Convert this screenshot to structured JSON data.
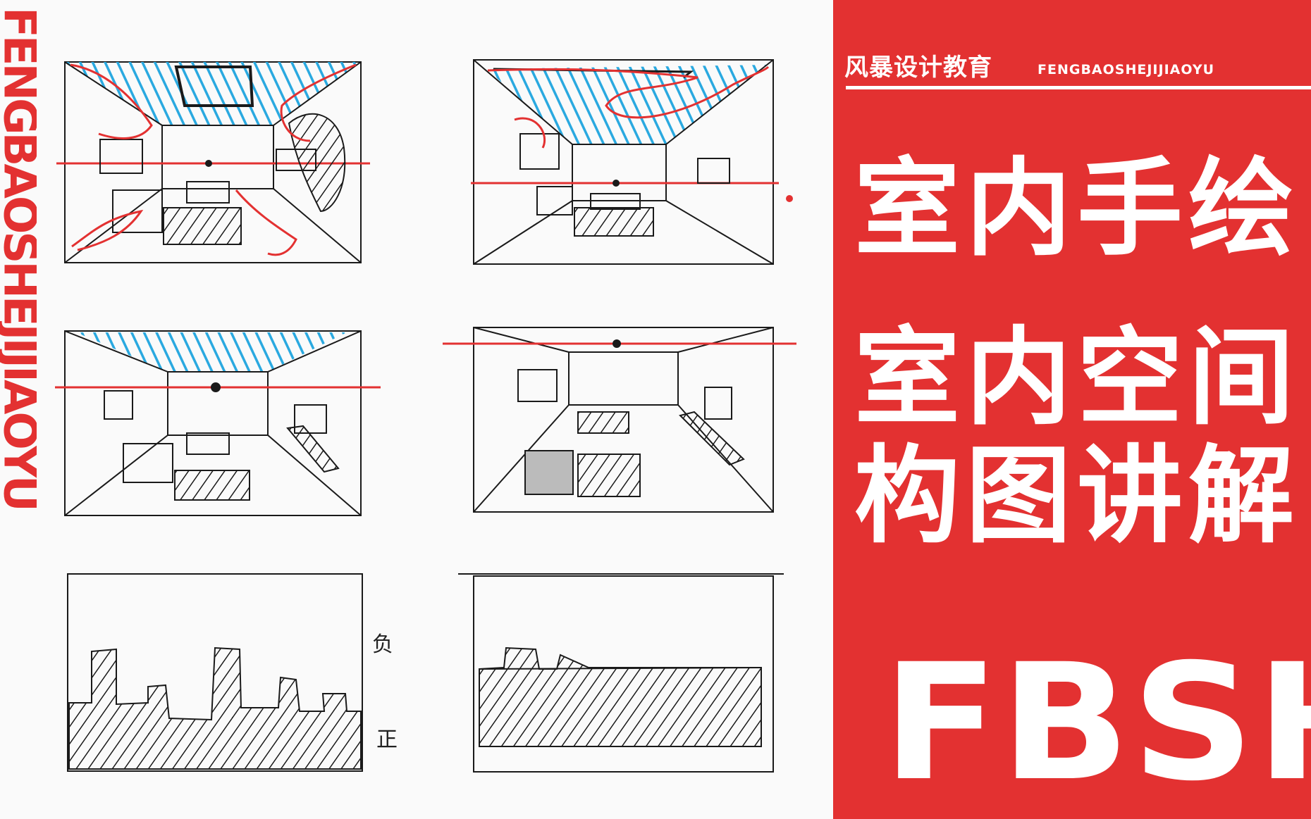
{
  "side_strip": {
    "text": "FENGBAOSHEJIJIAOYU"
  },
  "brand": {
    "cn": "风暴设计教育",
    "en": "FENGBAOSHEJIJIAOYU"
  },
  "titles": {
    "line1": "室内手绘",
    "line2": "室内空间",
    "line3": "构图讲解"
  },
  "logo": {
    "text": "FBSH"
  },
  "notes": {
    "negative": "负",
    "positive": "正"
  },
  "colors": {
    "accent": "#e33131",
    "ceiling_hatch": "#2aa9e0",
    "ink": "#1a1a1a"
  }
}
